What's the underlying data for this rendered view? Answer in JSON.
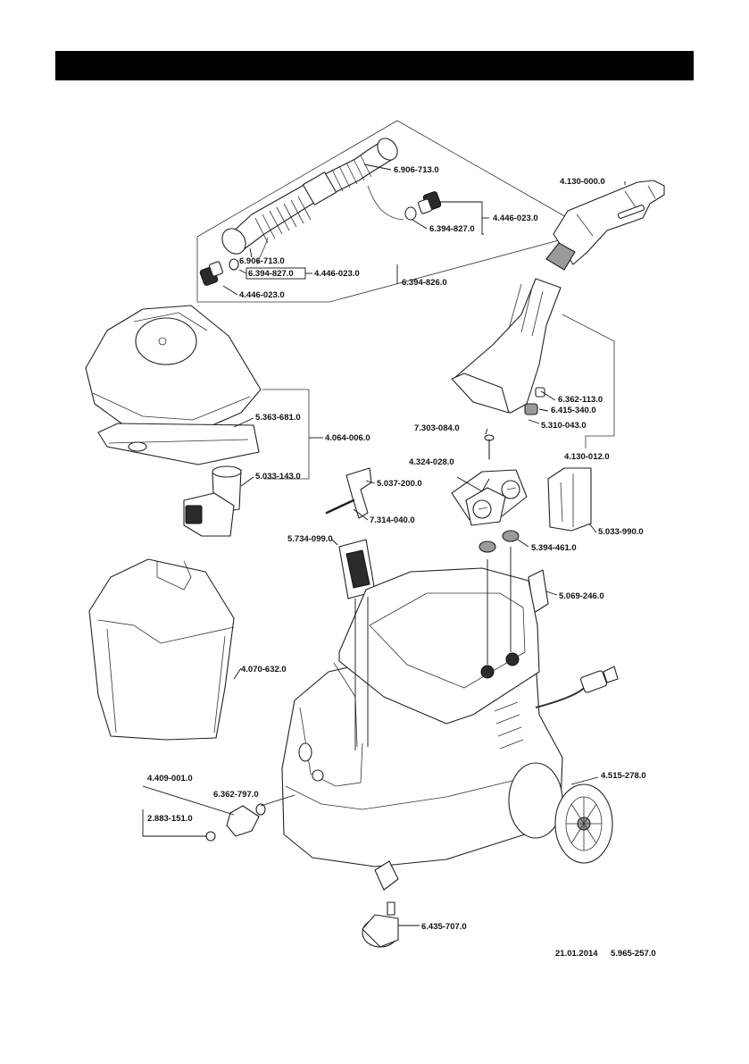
{
  "labels": {
    "hose_coupling_top": "6.906-713.0",
    "hose_coupling_left": "6.906-713.0",
    "hose_assembly": "6.394-826.0",
    "nozzle_set_right": "4.446-023.0",
    "nozzle_set_left_a": "4.446-023.0",
    "nozzle_set_left_b": "4.446-023.0",
    "oring_right": "6.394-827.0",
    "oring_left": "6.394-827.0",
    "hand_tool": "4.130-000.0",
    "upholstery_nozzle": "4.130-012.0",
    "nozzle_seal": "6.362-113.0",
    "nozzle_nut": "6.415-340.0",
    "nozzle_body": "5.310-043.0",
    "cover_assembly": "4.064-006.0",
    "cover_frame": "5.363-681.0",
    "float_cage": "5.033-143.0",
    "screw": "7.303-084.0",
    "valve_cover": "4.324-028.0",
    "clip": "5.037-200.0",
    "pin": "7.314-040.0",
    "holder": "5.033-990.0",
    "filter": "5.734-099.0",
    "valve_cap": "5.394-461.0",
    "hose_clip": "5.069-246.0",
    "tank": "4.070-632.0",
    "coupling": "4.409-001.0",
    "oring_a": "6.362-797.0",
    "oring_b": "2.883-151.0",
    "wheel": "4.515-278.0",
    "castor": "6.435-707.0"
  },
  "footer": {
    "date": "21.01.2014",
    "doc_number": "5.965-257.0"
  }
}
